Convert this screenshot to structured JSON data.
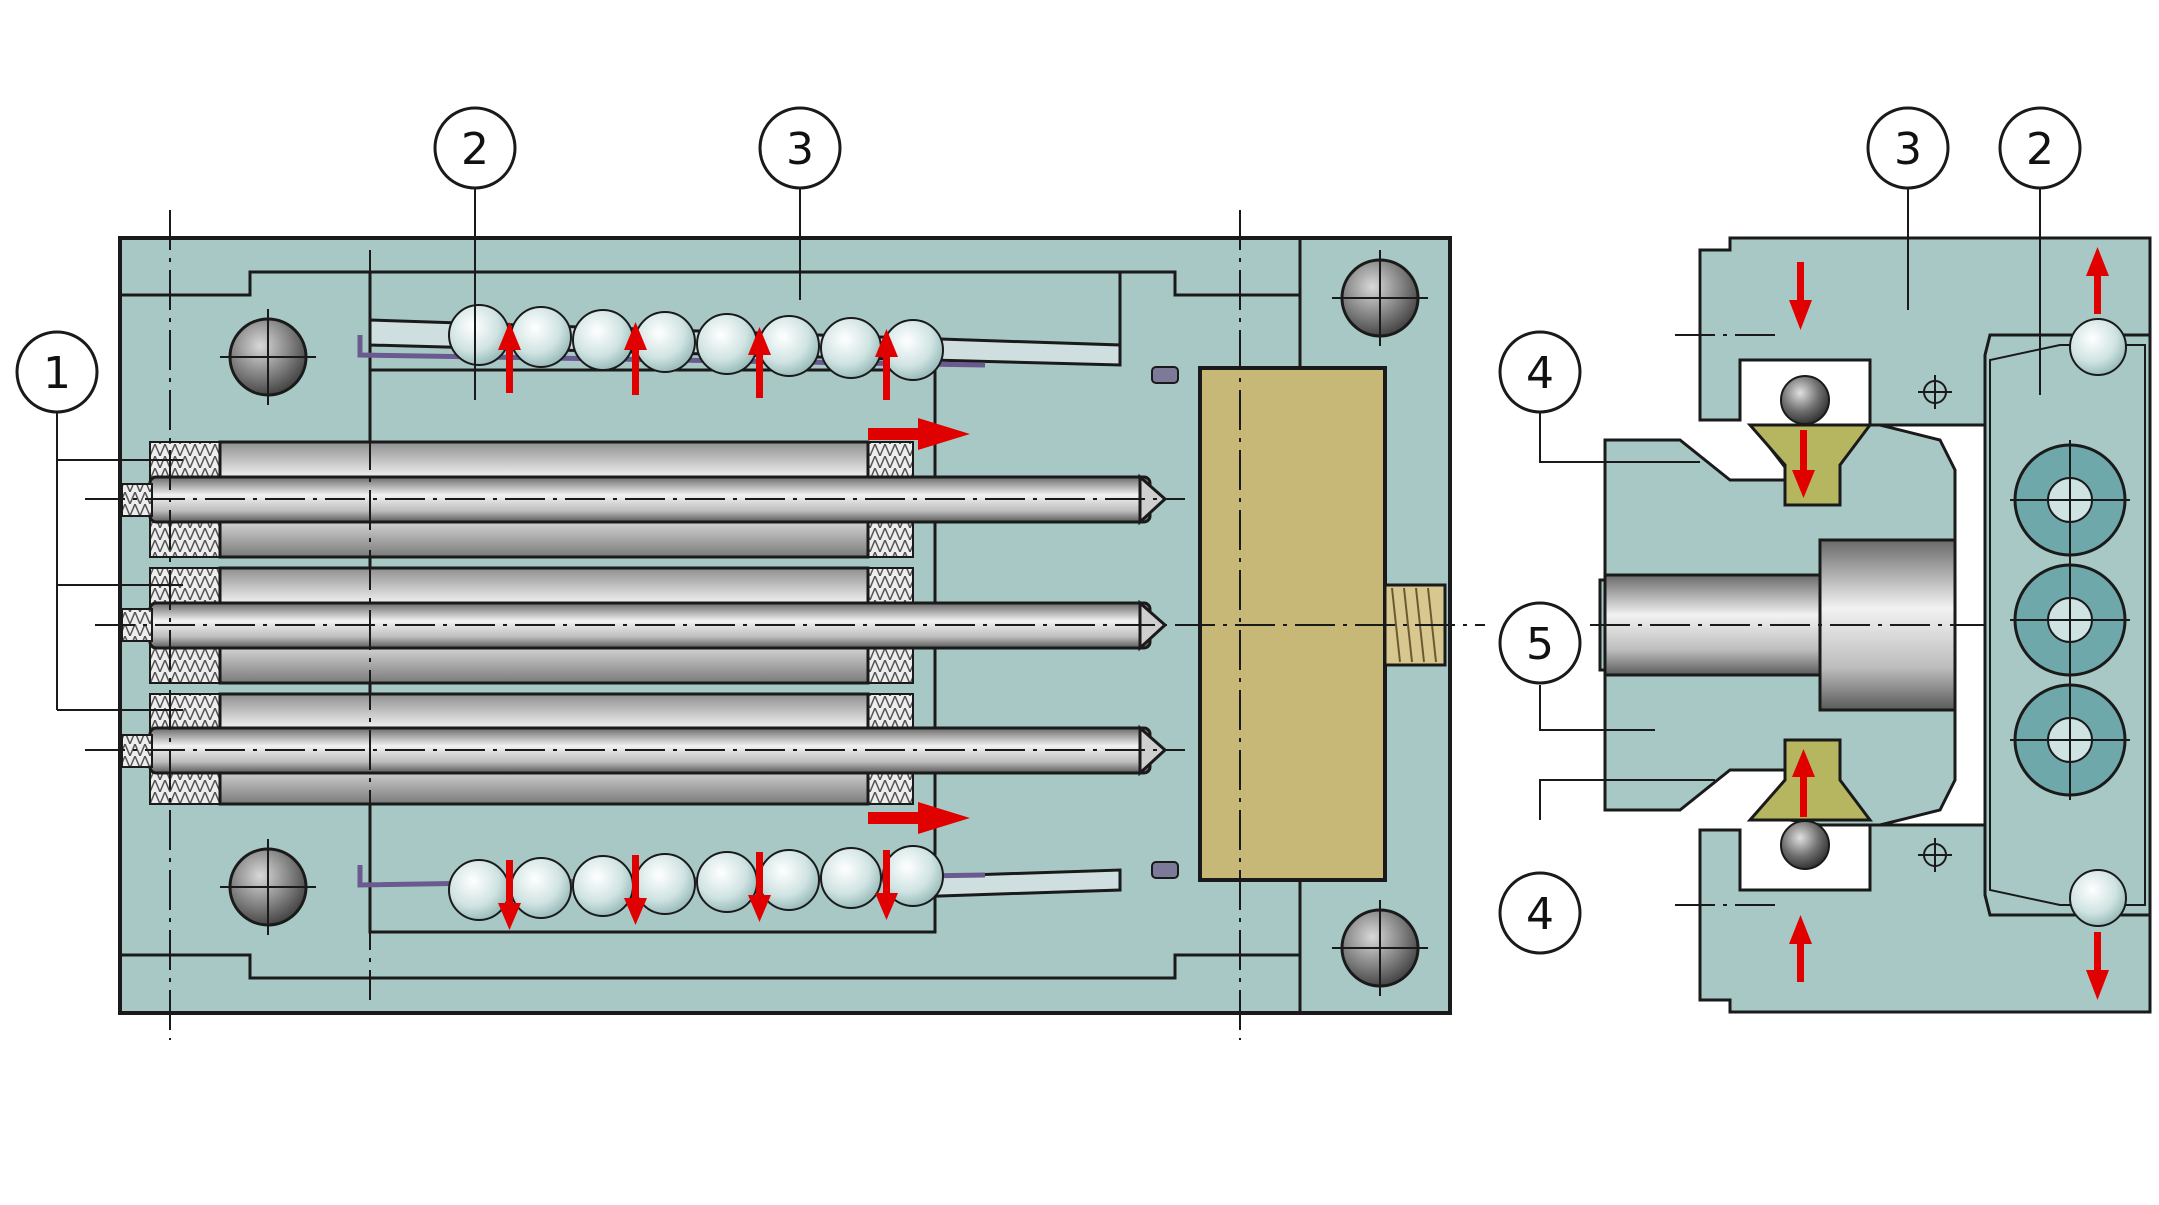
{
  "callouts": {
    "c1": "1",
    "c2_left": "2",
    "c3_left": "3",
    "c3_right": "3",
    "c2_right": "2",
    "c4_top": "4",
    "c5": "5",
    "c4_bottom": "4"
  },
  "colors": {
    "housing": "#a8c8c6",
    "outline": "#1a1a1a",
    "piston": "#c8b878",
    "wedge": "#b6b660",
    "arrow": "#e10000",
    "port": "#6fa8aa",
    "background": "#ffffff"
  }
}
